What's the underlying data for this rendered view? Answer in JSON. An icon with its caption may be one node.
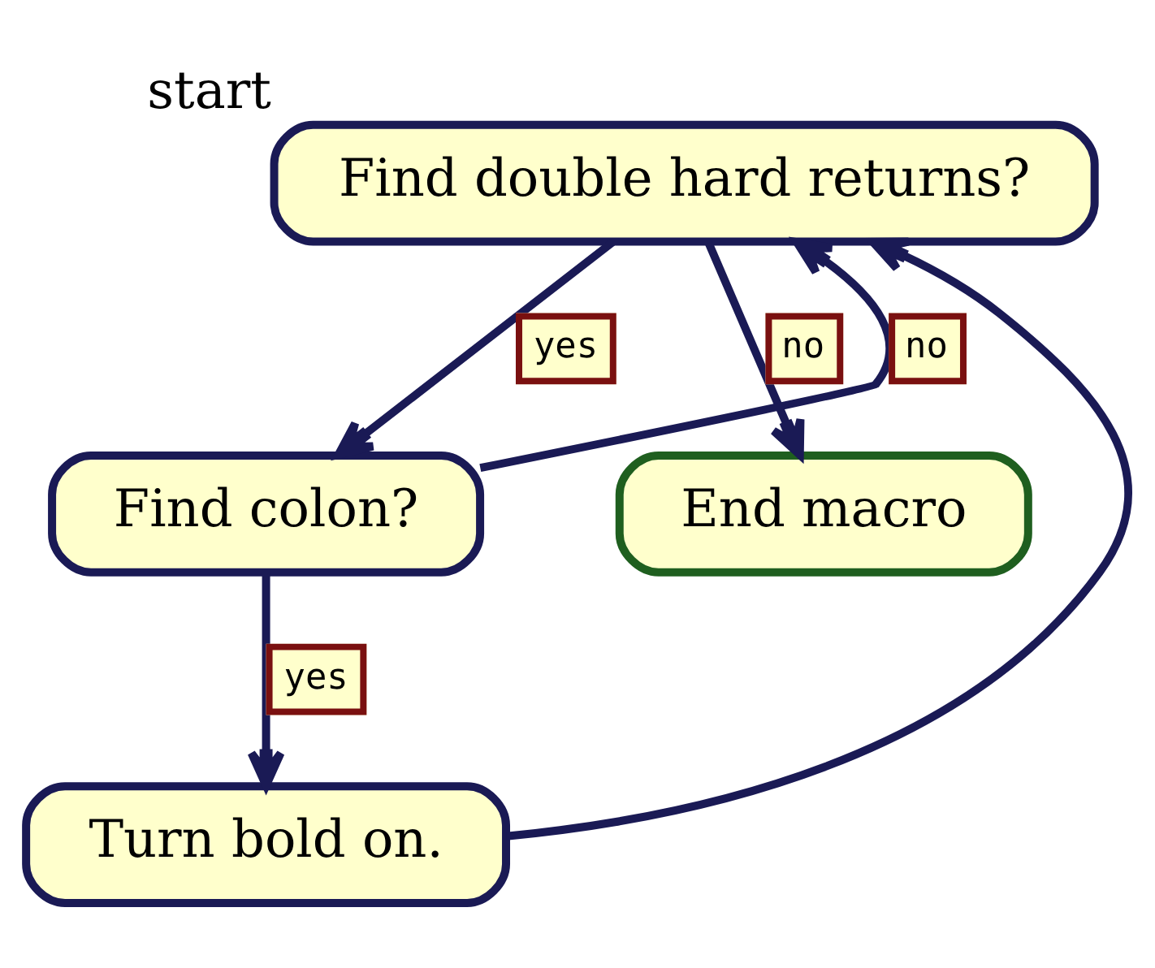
{
  "diagram": {
    "nodes": [
      {
        "text": [
          "Find double hard returns?"
        ],
        "beside": [
          "start"
        ]
      },
      {
        "text": [
          "Find colon?"
        ]
      },
      {
        "text": [
          "End macro"
        ]
      },
      {
        "text": [
          "Turn bold on."
        ]
      }
    ],
    "edges": [
      {
        "from": 0,
        "to": 1,
        "arrow": "to",
        "label": "yes"
      },
      {
        "from": 0,
        "to": 2,
        "arrow": "to",
        "label": "no"
      },
      {
        "from": 1,
        "to": 0,
        "arrow": "to",
        "label": "no"
      },
      {
        "from": 1,
        "to": 3,
        "arrow": "to",
        "label": "yes"
      },
      {
        "from": 3,
        "to": 0,
        "arrow": "to"
      }
    ]
  }
}
